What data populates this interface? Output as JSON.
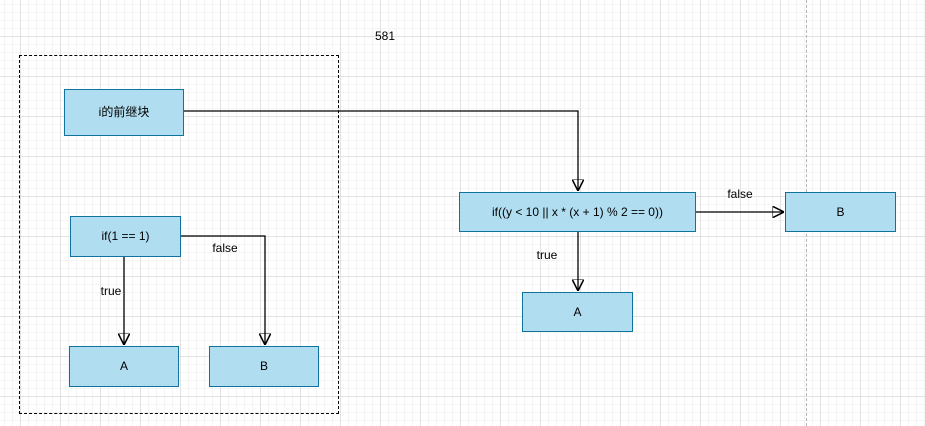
{
  "canvas": {
    "page_label": "581",
    "colors": {
      "node_fill": "#b1ddf0",
      "node_stroke": "#10739e",
      "edge": "#000000",
      "grid_minor": "#f4f4f4",
      "grid_major": "#e2e2e2",
      "page_break": "#b3b3b3"
    }
  },
  "diagram": {
    "nodes": {
      "predecessor": {
        "label": "i的前继块"
      },
      "left_if": {
        "label": "if(1 == 1)"
      },
      "left_a": {
        "label": "A"
      },
      "left_b": {
        "label": "B"
      },
      "right_if": {
        "label": "if((y < 10 || x * (x + 1) % 2 == 0))"
      },
      "right_a": {
        "label": "A"
      },
      "right_b": {
        "label": "B"
      }
    },
    "edge_labels": {
      "left_true": "true",
      "left_false": "false",
      "right_true": "true",
      "right_false": "false"
    }
  }
}
